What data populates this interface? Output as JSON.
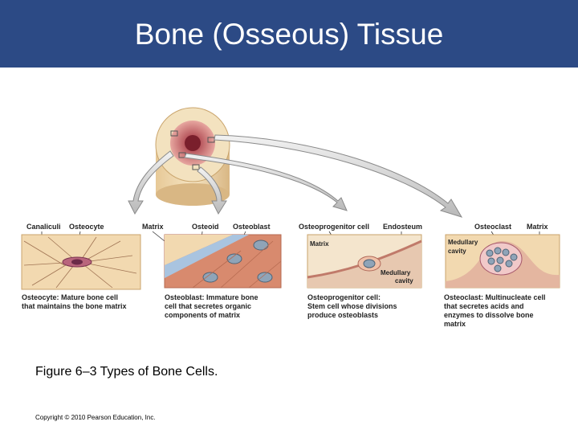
{
  "title": "Bone (Osseous) Tissue",
  "labels": {
    "canaliculi": "Canaliculi",
    "osteocyte": "Osteocyte",
    "matrix_1": "Matrix",
    "osteoid": "Osteoid",
    "osteoblast": "Osteoblast",
    "osteoprogenitor_cell": "Osteoprogenitor cell",
    "endosteum": "Endosteum",
    "osteoclast": "Osteoclast",
    "matrix_2": "Matrix"
  },
  "inset_labels": {
    "matrix": "Matrix",
    "medullary_cavity_1": "Medullary",
    "medullary_cavity_2": "cavity",
    "medullary_cavity_left_1": "Medullary",
    "medullary_cavity_left_2": "cavity"
  },
  "captions": {
    "osteocyte": [
      "Osteocyte: Mature bone cell",
      "that maintains the bone matrix"
    ],
    "osteoblast": [
      "Osteoblast: Immature bone",
      "cell that secretes organic",
      "components of matrix"
    ],
    "osteoprogenitor": [
      "Osteoprogenitor cell:",
      "Stem cell whose divisions",
      "produce osteoblasts"
    ],
    "osteoclast": [
      "Osteoclast: Multinucleate cell",
      "that secretes acids and",
      "enzymes to dissolve bone",
      "matrix"
    ]
  },
  "figure_caption": "Figure 6–3 Types of Bone Cells.",
  "copyright": "Copyright © 2010 Pearson Education, Inc.",
  "colors": {
    "header_bg": "#2c4a85",
    "bone": "#f0ddb4",
    "marrow": "#c7454a",
    "osteoblast_cell": "#e07a5a",
    "osteoid": "#a9c4e0"
  }
}
